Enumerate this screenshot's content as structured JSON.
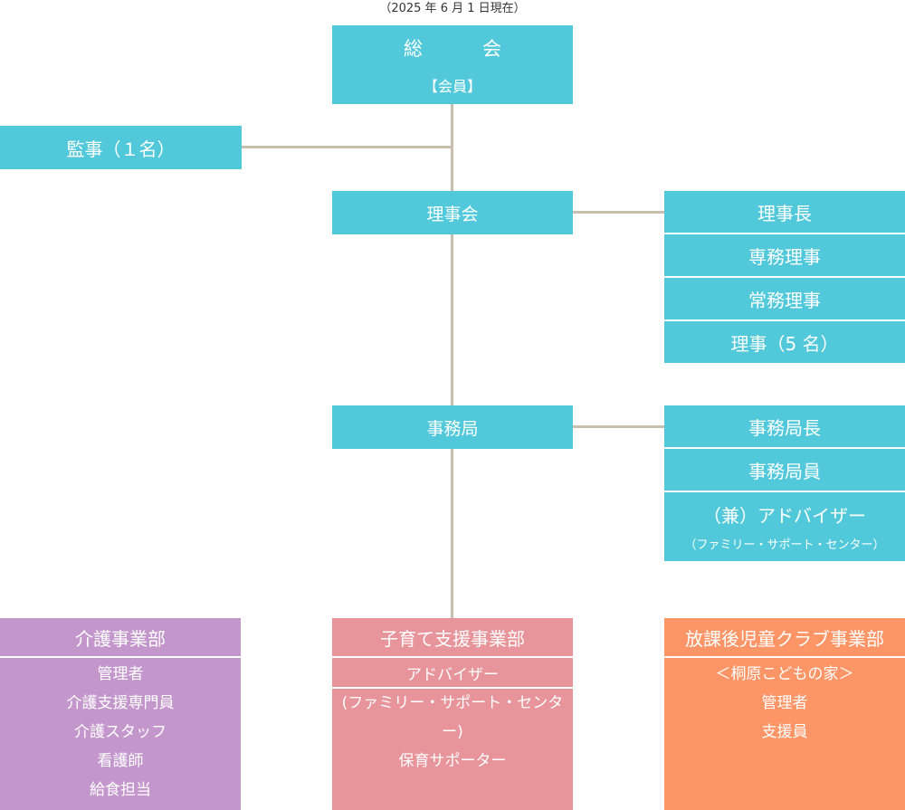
{
  "date_note": "（2025 年 6 月 1 日現在）",
  "soukai": {
    "title_chars": [
      "総",
      "会"
    ],
    "sub": "【会員】"
  },
  "kanji": "監事（１名）",
  "rijikai": "理事会",
  "officers": [
    "理事長",
    "専務理事",
    "常務理事",
    "理事（5 名）"
  ],
  "jimukyoku": "事務局",
  "staff": {
    "items": [
      "事務局長",
      "事務局員"
    ],
    "advisor": "（兼）アドバイザー",
    "advisor_sub": "（ファミリー・サポート・センター）"
  },
  "depts": {
    "kaigo": {
      "title": "介護事業部",
      "items": [
        "管理者",
        "介護支援専門員",
        "介護スタッフ",
        "看護師",
        "給食担当"
      ]
    },
    "kosodate": {
      "title": "子育て支援事業部",
      "sub": "アドバイザー",
      "items": [
        "(ファミリー・サポート・センター)",
        "保育サポーター"
      ]
    },
    "houkago": {
      "title": "放課後児童クラブ事業部",
      "items": [
        "＜桐原こどもの家＞",
        "管理者",
        "支援員"
      ]
    }
  },
  "colors": {
    "teal": "#52c9db",
    "connector": "#c9bfae",
    "kaigo": "#c497cc",
    "kosodate": "#e8949b",
    "houkago": "#fd9566"
  }
}
